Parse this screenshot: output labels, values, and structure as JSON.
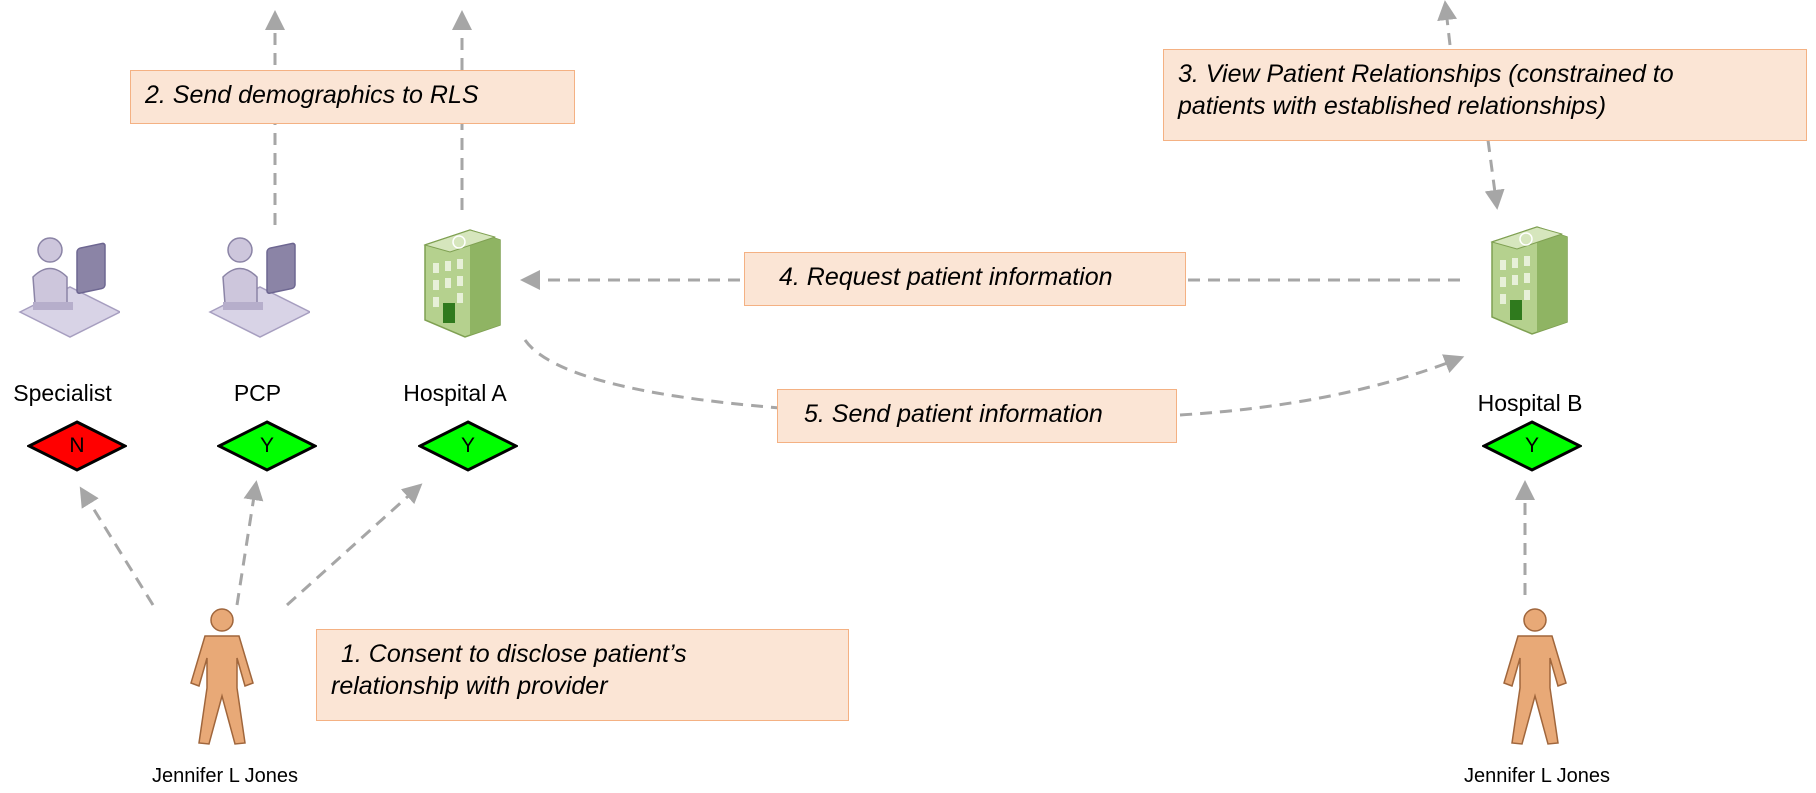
{
  "steps": {
    "step1": "1.  Consent to disclose patient’s\n       relationship with provider",
    "step2": "2.  Send demographics to RLS",
    "step3": "3.  View Patient Relationships (constrained to\npatients with established relationships)",
    "step4": "4.  Request patient information",
    "step5": "5.  Send patient information"
  },
  "providers": [
    {
      "label": "Specialist",
      "consent": "N",
      "consent_color": "#ff0000"
    },
    {
      "label": "PCP",
      "consent": "Y",
      "consent_color": "#00ff00"
    },
    {
      "label": "Hospital A",
      "consent": "Y",
      "consent_color": "#00ff00"
    },
    {
      "label": "Hospital B",
      "consent": "Y",
      "consent_color": "#00ff00"
    }
  ],
  "patients": [
    {
      "name": "Jennifer L Jones"
    },
    {
      "name": "Jennifer L Jones"
    }
  ],
  "colors": {
    "step_box_fill": "#fbe5d5",
    "step_box_border": "#f4b183",
    "arrow": "#a6a6a6",
    "person": "#e8a977",
    "hospital": "#9bc16a",
    "workstation": "#b9b2cc"
  }
}
